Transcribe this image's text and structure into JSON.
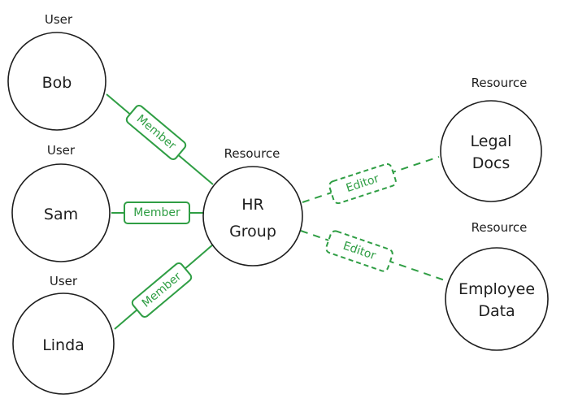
{
  "colors": {
    "edge": "#2f9e44",
    "node_stroke": "#1e1e1e",
    "background": "#ffffff"
  },
  "nodes": {
    "bob": {
      "type": "User",
      "lines": [
        "Bob"
      ]
    },
    "sam": {
      "type": "User",
      "lines": [
        "Sam"
      ]
    },
    "linda": {
      "type": "User",
      "lines": [
        "Linda"
      ]
    },
    "hr_group": {
      "type": "Resource",
      "lines": [
        "HR",
        "Group"
      ]
    },
    "legal_docs": {
      "type": "Resource",
      "lines": [
        "Legal",
        "Docs"
      ]
    },
    "employee_data": {
      "type": "Resource",
      "lines": [
        "Employee",
        "Data"
      ]
    }
  },
  "edges": {
    "bob_hr": {
      "from": "Bob",
      "to": "HR Group",
      "label": "Member",
      "style": "solid"
    },
    "sam_hr": {
      "from": "Sam",
      "to": "HR Group",
      "label": "Member",
      "style": "solid"
    },
    "linda_hr": {
      "from": "Linda",
      "to": "HR Group",
      "label": "Member",
      "style": "solid"
    },
    "hr_legal": {
      "from": "HR Group",
      "to": "Legal Docs",
      "label": "Editor",
      "style": "dashed"
    },
    "hr_employee": {
      "from": "HR Group",
      "to": "Employee Data",
      "label": "Editor",
      "style": "dashed"
    }
  }
}
